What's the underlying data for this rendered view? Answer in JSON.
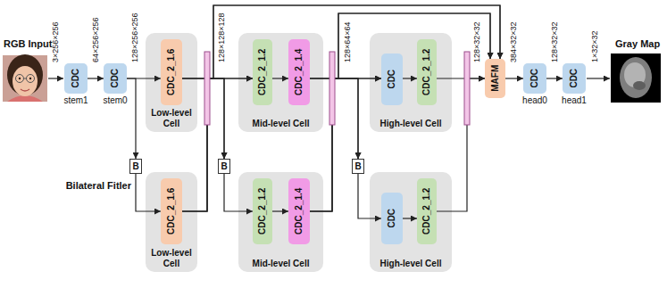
{
  "diagram": {
    "nodes": [
      {
        "text": [
          "CDC",
          "stem1"
        ]
      },
      {
        "text": [
          "CDC",
          "stem0"
        ]
      },
      {
        "text": [
          "Low-level Cell"
        ]
      },
      {
        "text": [
          "CDC_2_1.6"
        ],
        "in": 2
      },
      {
        "text": [
          "B"
        ]
      },
      {
        "text": [
          "Low-level Cell"
        ]
      },
      {
        "text": [
          "CDC_2_1.6"
        ],
        "in": 5
      },
      {
        "text": [
          "B"
        ]
      },
      {
        "text": [
          "Mid-level Cell"
        ]
      },
      {
        "text": [
          "CDC_2_1.2"
        ],
        "in": 8
      },
      {
        "text": [
          "CDC_2_1.4"
        ],
        "in": 8
      },
      {
        "text": [
          "Mid-level Cell"
        ]
      },
      {
        "text": [
          "CDC_2_1.2"
        ],
        "in": 11
      },
      {
        "text": [
          "CDC_2_1.4"
        ],
        "in": 11
      },
      {
        "text": [
          "B"
        ]
      },
      {
        "text": [
          "High-level Cell"
        ]
      },
      {
        "text": [
          "CDC"
        ],
        "in": 15
      },
      {
        "text": [
          "CDC_2_1.2"
        ],
        "in": 15
      },
      {
        "text": [
          "High-level Cell"
        ]
      },
      {
        "text": [
          "CDC"
        ],
        "in": 18
      },
      {
        "text": [
          "CDC_2_1.2"
        ],
        "in": 18
      },
      {
        "text": [
          "MAFM"
        ]
      },
      {
        "text": [
          "CDC",
          "head0"
        ]
      },
      {
        "text": [
          "CDC",
          "head1"
        ]
      }
    ],
    "edges": [
      {
        "from": 0,
        "to": 1,
        "arrow": "to"
      },
      {
        "from": 1,
        "to": 3,
        "arrow": "to"
      },
      {
        "from": 1,
        "to": 4,
        "arrow": "to"
      },
      {
        "from": 4,
        "to": 6,
        "arrow": "to"
      },
      {
        "from": 3,
        "to": 9,
        "arrow": "to"
      },
      {
        "from": 3,
        "to": 7,
        "arrow": "to"
      },
      {
        "from": 3,
        "to": 21,
        "arrow": "to"
      },
      {
        "from": 6,
        "to": 9,
        "arrow": "to"
      },
      {
        "from": 6,
        "to": 7,
        "arrow": "to"
      },
      {
        "from": 6,
        "to": 21,
        "arrow": "to"
      },
      {
        "from": 7,
        "to": 12,
        "arrow": "to"
      },
      {
        "from": 9,
        "to": 10,
        "arrow": "to"
      },
      {
        "from": 12,
        "to": 13,
        "arrow": "to"
      },
      {
        "from": 10,
        "to": 16,
        "arrow": "to"
      },
      {
        "from": 10,
        "to": 14,
        "arrow": "to"
      },
      {
        "from": 10,
        "to": 21,
        "arrow": "to"
      },
      {
        "from": 13,
        "to": 16,
        "arrow": "to"
      },
      {
        "from": 13,
        "to": 14,
        "arrow": "to"
      },
      {
        "from": 13,
        "to": 21,
        "arrow": "to"
      },
      {
        "from": 14,
        "to": 19,
        "arrow": "to"
      },
      {
        "from": 16,
        "to": 17,
        "arrow": "to"
      },
      {
        "from": 19,
        "to": 20,
        "arrow": "to"
      },
      {
        "from": 17,
        "to": 21,
        "arrow": "to"
      },
      {
        "from": 20,
        "to": 21,
        "arrow": "to"
      },
      {
        "from": 21,
        "to": 22,
        "arrow": "to"
      },
      {
        "from": 22,
        "to": 23,
        "arrow": "to"
      }
    ],
    "labels": [
      "RGB Input",
      "3×256×256",
      "64×256×256",
      "128×256×256",
      "128×128×128",
      "128×64×64",
      "128×32×32",
      "384×32×32",
      "128×32×32",
      "1×32×32",
      "Bilateral Fitler",
      "Gray Map"
    ]
  }
}
